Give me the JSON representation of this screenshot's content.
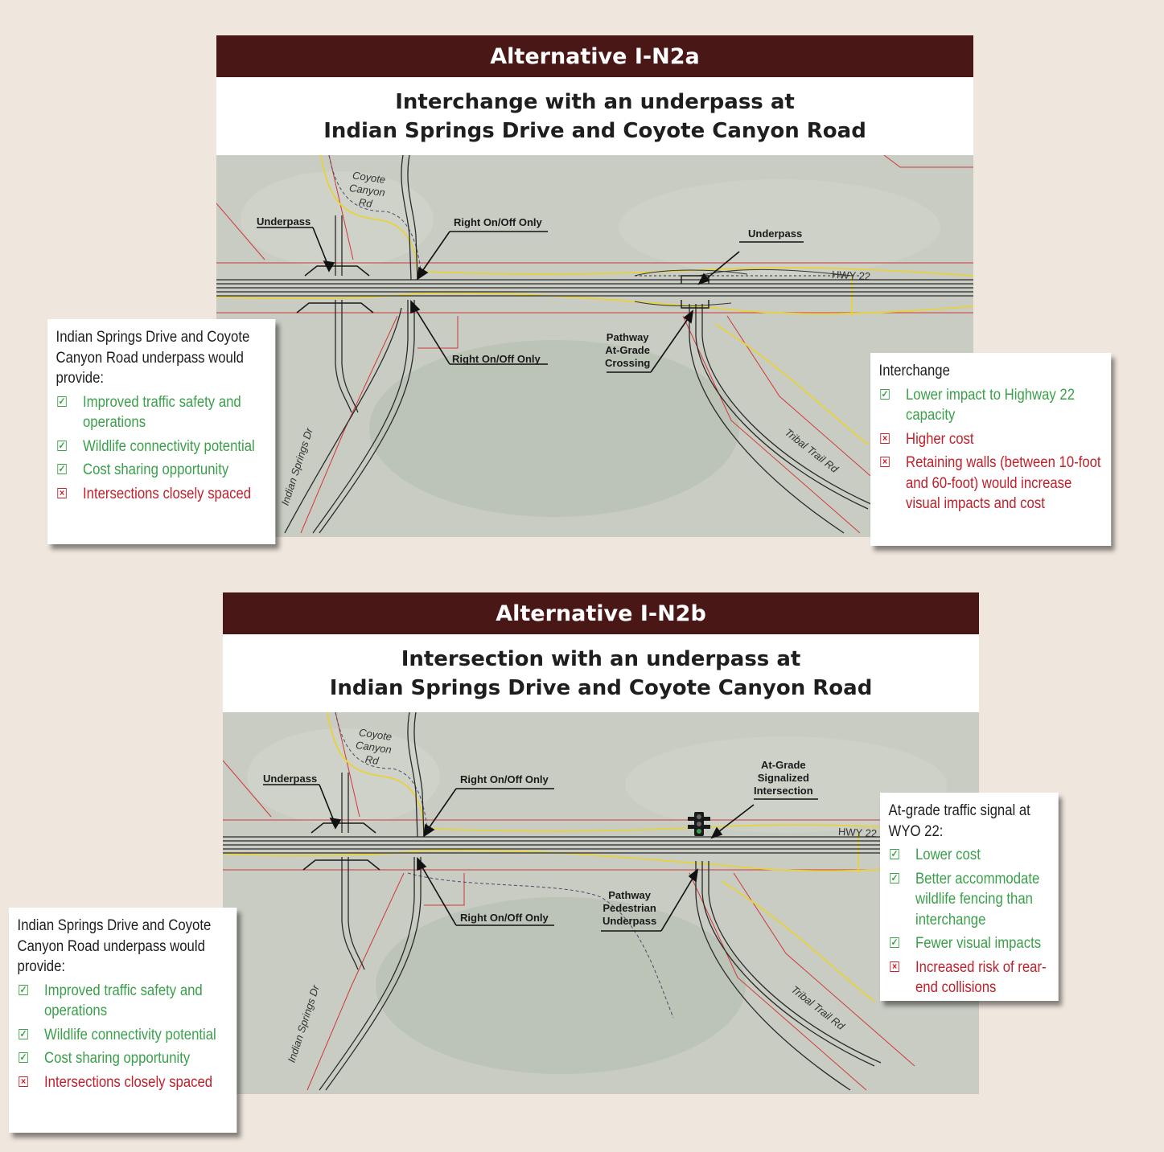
{
  "panels": [
    {
      "header": "Alternative I-N2a",
      "subtitle_line1": "Interchange with an underpass at",
      "subtitle_line2": "Indian Springs Drive and Coyote Canyon Road",
      "labels": {
        "underpass_left": "Underpass",
        "right_on_off_top": "Right On/Off Only",
        "underpass_right": "Underpass",
        "right_on_off_bottom": "Right On/Off Only",
        "pathway_line1": "Pathway",
        "pathway_line2": "At-Grade",
        "pathway_line3": "Crossing",
        "coyote_line1": "Coyote",
        "coyote_line2": "Canyon",
        "coyote_line3": "Rd",
        "hwy": "HWY 22",
        "indian_springs": "Indian Springs Dr",
        "tribal_trail": "Tribal Trail Rd"
      },
      "left_callout": {
        "intro": "Indian Springs Drive and Coyote Canyon Road underpass would provide:",
        "items": [
          {
            "type": "pro",
            "text": "Improved traffic safety and operations"
          },
          {
            "type": "pro",
            "text": "Wildlife connectivity potential"
          },
          {
            "type": "pro",
            "text": "Cost sharing opportunity"
          },
          {
            "type": "con",
            "text": "Intersections closely spaced"
          }
        ]
      },
      "right_callout": {
        "intro": "Interchange",
        "items": [
          {
            "type": "pro",
            "text": "Lower impact to Highway 22 capacity"
          },
          {
            "type": "con",
            "text": "Higher cost"
          },
          {
            "type": "con",
            "text": "Retaining walls (between 10-foot and 60-foot) would increase visual impacts and cost"
          }
        ]
      }
    },
    {
      "header": "Alternative I-N2b",
      "subtitle_line1": "Intersection with an underpass at",
      "subtitle_line2": "Indian Springs Drive and Coyote Canyon Road",
      "labels": {
        "underpass_left": "Underpass",
        "right_on_off_top": "Right On/Off Only",
        "signal_line1": "At-Grade",
        "signal_line2": "Signalized",
        "signal_line3": "Intersection",
        "right_on_off_bottom": "Right On/Off Only",
        "pathway_line1": "Pathway",
        "pathway_line2": "Pedestrian",
        "pathway_line3": "Underpass",
        "coyote_line1": "Coyote",
        "coyote_line2": "Canyon",
        "coyote_line3": "Rd",
        "hwy": "HWY 22",
        "indian_springs": "Indian Springs Dr",
        "tribal_trail": "Tribal Trail Rd"
      },
      "left_callout": {
        "intro": "Indian Springs Drive and Coyote Canyon Road underpass would provide:",
        "items": [
          {
            "type": "pro",
            "text": "Improved traffic safety and operations"
          },
          {
            "type": "pro",
            "text": "Wildlife connectivity potential"
          },
          {
            "type": "pro",
            "text": "Cost sharing opportunity"
          },
          {
            "type": "con",
            "text": "Intersections closely spaced"
          }
        ]
      },
      "right_callout": {
        "intro": "At-grade traffic signal at WYO 22:",
        "items": [
          {
            "type": "pro",
            "text": "Lower cost"
          },
          {
            "type": "pro",
            "text": "Better accommodate wildlife fencing than interchange"
          },
          {
            "type": "pro",
            "text": "Fewer visual impacts"
          },
          {
            "type": "con",
            "text": "Increased risk of rear-end collisions"
          }
        ]
      }
    }
  ],
  "colors": {
    "header_bg": "#4a1717",
    "pro": "#3aa04a",
    "con": "#c0202a",
    "page_bg": "#efe6dd"
  }
}
